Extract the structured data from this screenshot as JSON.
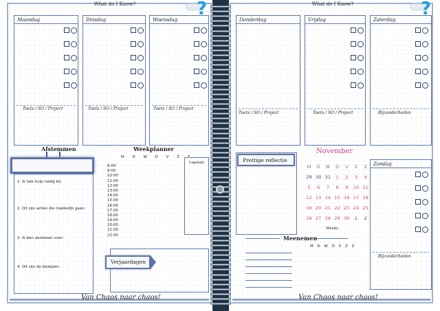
{
  "header": {
    "left_title": "What do I Know?",
    "right_title": "What do I Know?",
    "question_mark": "?"
  },
  "days_left": [
    {
      "name": "Maandag",
      "note": "Toets / SO / Project"
    },
    {
      "name": "Dinsdag",
      "note": "Toets / SO / Project"
    },
    {
      "name": "Woensdag",
      "note": "Toets / SO / Project"
    }
  ],
  "days_right": [
    {
      "name": "Donderdag",
      "note": "Toets / SO / Project"
    },
    {
      "name": "Vrijdag",
      "note": "Toets / SO / Project"
    },
    {
      "name": "Zaterdag",
      "note": "Bijzonderheden"
    }
  ],
  "afstemmen": {
    "title": "Afstemmen",
    "prompts": [
      "1. Ik heb hulp nodig bij:",
      "2. Dit zijn acties die makkelijk gaan:",
      "3. Ik ben dankbaar voor:",
      "4. Dit zijn de bewijzen:"
    ]
  },
  "weekplanner": {
    "title": "Weekplanner",
    "days": "M D W D V Z Z",
    "legenda": "Legenda",
    "hours": [
      "8:00",
      "9:00",
      "10:00",
      "11:00",
      "12:00",
      "13:00",
      "14:00",
      "15:00",
      "16:00",
      "17:00",
      "18:00",
      "19:00",
      "20:00",
      "21:00",
      "22:00"
    ]
  },
  "verjaardagen": "Verjaardagen",
  "prettige_reflectie": "Prettige reflectie",
  "calendar": {
    "month": "November",
    "headers": [
      "M",
      "D",
      "W",
      "D",
      "V",
      "Z",
      "Z"
    ],
    "rows": [
      [
        "29",
        "30",
        "31",
        "1",
        "2",
        "3",
        "4"
      ],
      [
        "5",
        "6",
        "7",
        "8",
        "9",
        "10",
        "11"
      ],
      [
        "12",
        "13",
        "14",
        "15",
        "16",
        "17",
        "18"
      ],
      [
        "19",
        "20",
        "21",
        "22",
        "23",
        "24",
        "25"
      ],
      [
        "26",
        "27",
        "28",
        "29",
        "30",
        "1",
        "2"
      ]
    ],
    "weeks_label": "Weeks"
  },
  "meenemen": {
    "title": "Meenemen",
    "days": "M D W D V Z Z"
  },
  "zondag": {
    "name": "Zondag",
    "note": "Bijzonderheden"
  },
  "footer": {
    "left": "Van Chaos naar chaos!",
    "right": "Van Chaos naar chaos!"
  },
  "colors": {
    "border": "#5c76a8",
    "accent": "#d63a86",
    "spine": "#1e3346",
    "question": "#1da0e0"
  }
}
